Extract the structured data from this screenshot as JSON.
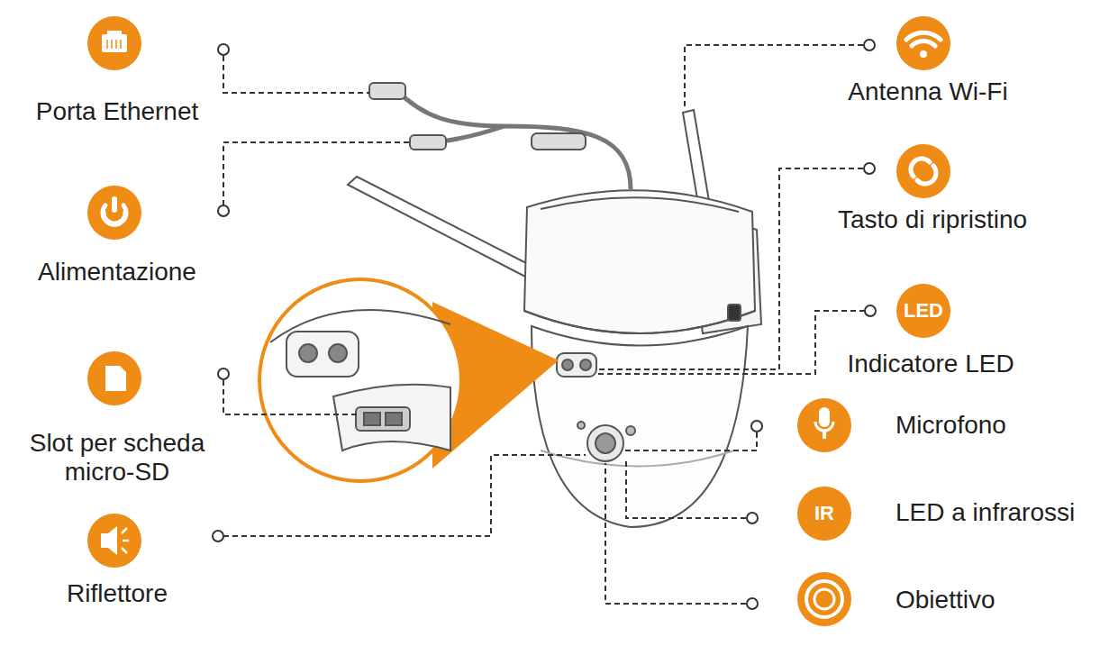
{
  "diagram": {
    "nodes": [
      {
        "text": [
          "LED"
        ]
      },
      {
        "text": [
          "IR"
        ]
      }
    ],
    "labels": [
      "Porta Ethernet",
      "Alimentazione",
      "Slot per scheda micro-SD",
      "Riflettore",
      "Antenna Wi-Fi",
      "Tasto di ripristino",
      "Indicatore LED",
      "Microfono",
      "LED a infrarossi",
      "Obiettivo"
    ]
  }
}
